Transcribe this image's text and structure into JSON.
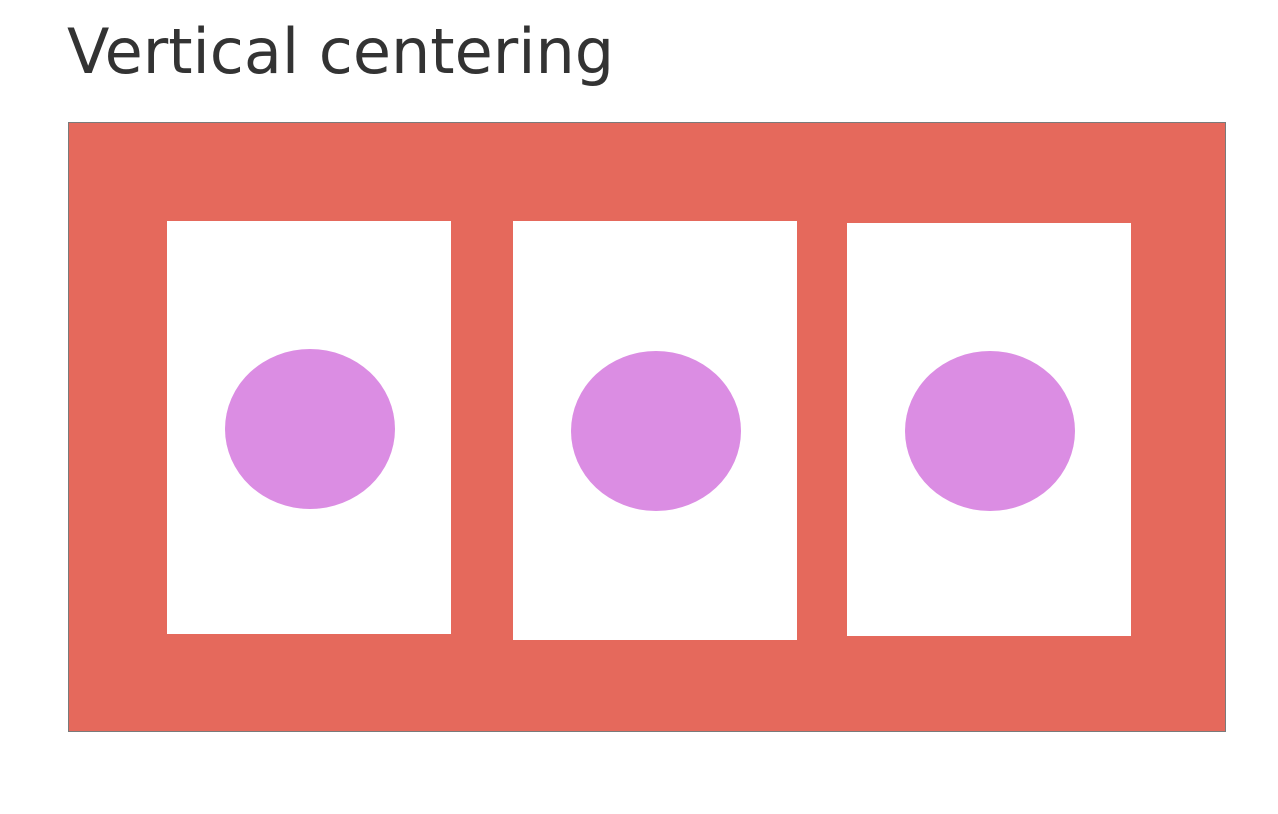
{
  "page": {
    "title": "Vertical centering"
  },
  "colors": {
    "stage_background": "#E5695C",
    "stage_border": "#7A7A7A",
    "card_background": "#FFFFFF",
    "dot_color": "#DB8DE3",
    "title_color": "#333333"
  },
  "cards": [
    {
      "id": "card-1"
    },
    {
      "id": "card-2"
    },
    {
      "id": "card-3"
    }
  ]
}
